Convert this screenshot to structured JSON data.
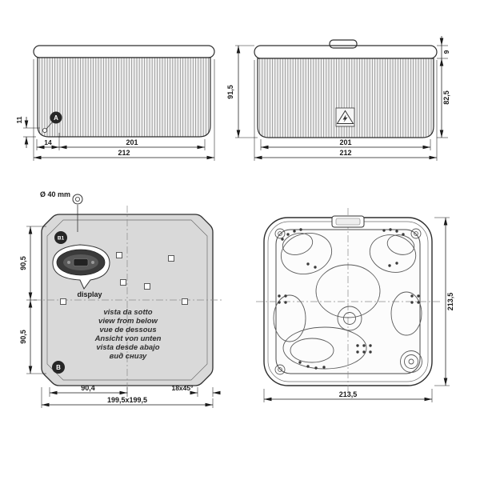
{
  "drawing": {
    "front_view": {
      "marker_a": "A",
      "dim_drain_height": "11",
      "dim_drain_offset": "14",
      "dim_inner_width": "201",
      "dim_total_width": "212"
    },
    "side_view": {
      "dim_total_height": "91,5",
      "dim_rim_height": "9",
      "dim_skirt_height": "82,5",
      "dim_inner_width": "201",
      "dim_total_width": "212"
    },
    "bottom_view": {
      "drain_label": "Ø 40 mm",
      "marker_b1": "B1",
      "marker_b": "B",
      "display_label": "display",
      "dim_upper_half": "90,5",
      "dim_lower_half": "90,5",
      "dim_half_width": "90,4",
      "dim_corner_chamfer": "18x45°",
      "dim_footprint": "199,5x199,5",
      "captions": [
        "vista da sotto",
        "view from below",
        "vue de dessous",
        "Ansicht von unten",
        "vista desde abajo",
        "вид снизу"
      ]
    },
    "top_view": {
      "dim_total_depth": "213,5",
      "dim_total_width": "213,5"
    },
    "icons": {
      "warning": "hazard-triangle-lightning",
      "drain": "drain-fitting-concentric-circles"
    }
  }
}
